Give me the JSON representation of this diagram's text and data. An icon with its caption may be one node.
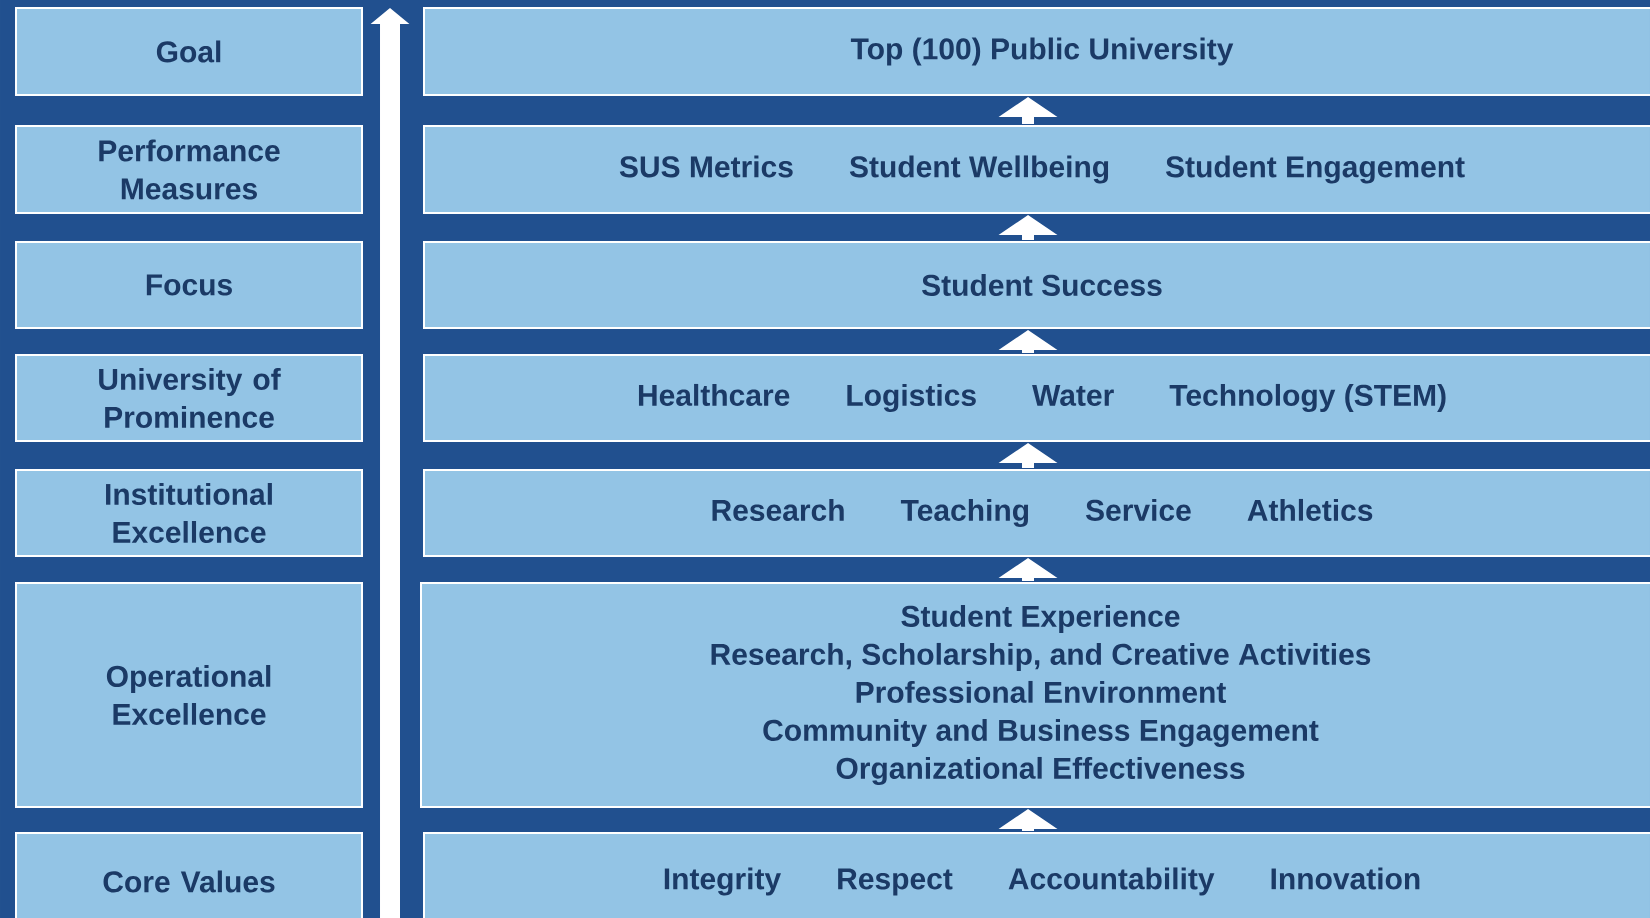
{
  "diagram": {
    "nodes": [
      {
        "text": [
          "Goal"
        ]
      },
      {
        "text": [
          "Top (100) Public University"
        ]
      },
      {
        "text": [
          "Performance Measures"
        ]
      },
      {
        "text": [
          "SUS Metrics",
          "Student Wellbeing",
          "Student Engagement"
        ]
      },
      {
        "text": [
          "Focus"
        ]
      },
      {
        "text": [
          "Student Success"
        ]
      },
      {
        "text": [
          "University of Prominence"
        ]
      },
      {
        "text": [
          "Healthcare",
          "Logistics",
          "Water",
          "Technology (STEM)"
        ]
      },
      {
        "text": [
          "Institutional Excellence"
        ]
      },
      {
        "text": [
          "Research",
          "Teaching",
          "Service",
          "Athletics"
        ]
      },
      {
        "text": [
          "Operational Excellence"
        ]
      },
      {
        "text": [
          "Student Experience",
          "Research, Scholarship, and Creative Activities",
          "Professional Environment",
          "Community and Business Engagement",
          "Organizational Effectiveness"
        ]
      },
      {
        "text": [
          "Core Values"
        ]
      },
      {
        "text": [
          "Integrity",
          "Respect",
          "Accountability",
          "Innovation"
        ]
      }
    ],
    "edges": [
      {
        "from": 3,
        "to": 1,
        "arrow": "to"
      },
      {
        "from": 5,
        "to": 3,
        "arrow": "to"
      },
      {
        "from": 7,
        "to": 5,
        "arrow": "to"
      },
      {
        "from": 9,
        "to": 7,
        "arrow": "to"
      },
      {
        "from": 11,
        "to": 9,
        "arrow": "to"
      },
      {
        "from": 13,
        "to": 11,
        "arrow": "to"
      }
    ]
  }
}
